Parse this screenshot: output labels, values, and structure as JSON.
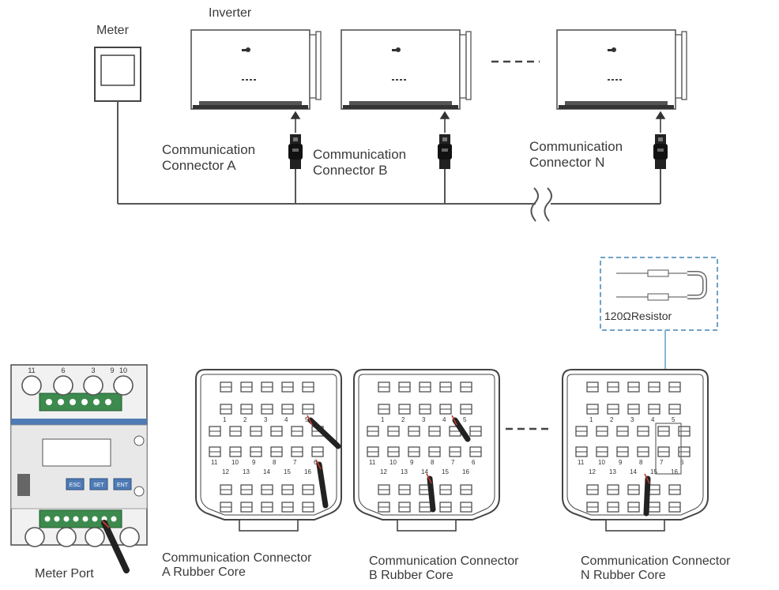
{
  "labels": {
    "meter": "Meter",
    "inverter": "Inverter",
    "comm_a": "Communication\nConnector A",
    "comm_b": "Communication\nConnector B",
    "comm_n": "Communication\nConnector N",
    "resistor": "120ΩResistor",
    "meter_port": "Meter Port",
    "core_a": "Communication Connector\nA Rubber Core",
    "core_b": "Communication Connector\nB Rubber Core",
    "core_n": "Communication Connector\nN Rubber Core"
  },
  "meter_terminals_top": [
    "11",
    "6",
    "3",
    "9",
    "10"
  ],
  "meter_buttons": [
    "ESC",
    "SET",
    "ENT"
  ],
  "rubber_core": {
    "row2_pins": [
      "1",
      "2",
      "3",
      "4",
      "5"
    ],
    "row4_pins": [
      "11",
      "10",
      "9",
      "8",
      "7",
      "6"
    ],
    "row5_pins": [
      "12",
      "13",
      "14",
      "15",
      "16"
    ]
  },
  "colors": {
    "line": "#555555",
    "meter_blue": "#4e7bb5",
    "terminal_green": "#3d8a4e",
    "resistor_box": "#6fa3c7",
    "wire_red": "#c0392b"
  }
}
